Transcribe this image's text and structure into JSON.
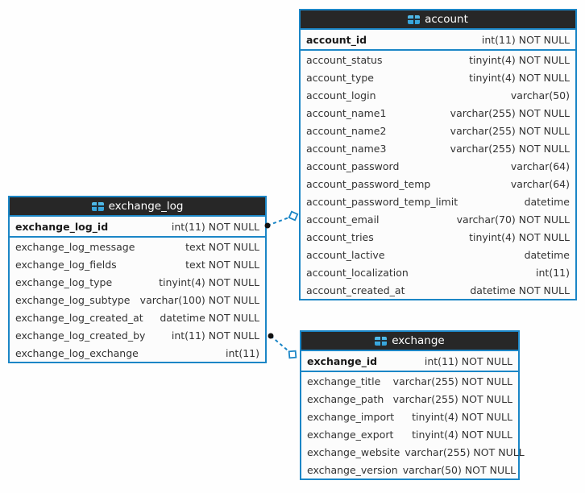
{
  "diagram": {
    "type": "entity-relationship-diagram",
    "colors": {
      "accent": "#1b86c6",
      "header_bg": "#272727",
      "header_text": "#ffffff",
      "body_bg": "#fcfcfc",
      "row_text": "#333333",
      "pk_text": "#1a1a1a",
      "icon_blue": "#2f9fd9",
      "canvas_bg": "#fefefe",
      "connector_dot": "#111111"
    },
    "tables": [
      {
        "name": "account",
        "title": "account",
        "icon": "table-icon",
        "primary_key": {
          "name": "account_id",
          "type": "int(11) NOT NULL"
        },
        "columns": [
          {
            "name": "account_status",
            "type": "tinyint(4) NOT NULL"
          },
          {
            "name": "account_type",
            "type": "tinyint(4) NOT NULL"
          },
          {
            "name": "account_login",
            "type": "varchar(50)"
          },
          {
            "name": "account_name1",
            "type": "varchar(255) NOT NULL"
          },
          {
            "name": "account_name2",
            "type": "varchar(255) NOT NULL"
          },
          {
            "name": "account_name3",
            "type": "varchar(255) NOT NULL"
          },
          {
            "name": "account_password",
            "type": "varchar(64)"
          },
          {
            "name": "account_password_temp",
            "type": "varchar(64)"
          },
          {
            "name": "account_password_temp_limit",
            "type": "datetime"
          },
          {
            "name": "account_email",
            "type": "varchar(70) NOT NULL"
          },
          {
            "name": "account_tries",
            "type": "tinyint(4) NOT NULL"
          },
          {
            "name": "account_lactive",
            "type": "datetime"
          },
          {
            "name": "account_localization",
            "type": "int(11)"
          },
          {
            "name": "account_created_at",
            "type": "datetime NOT NULL"
          }
        ]
      },
      {
        "name": "exchange_log",
        "title": "exchange_log",
        "icon": "table-icon",
        "primary_key": {
          "name": "exchange_log_id",
          "type": "int(11) NOT NULL"
        },
        "columns": [
          {
            "name": "exchange_log_message",
            "type": "text NOT NULL"
          },
          {
            "name": "exchange_log_fields",
            "type": "text NOT NULL"
          },
          {
            "name": "exchange_log_type",
            "type": "tinyint(4) NOT NULL"
          },
          {
            "name": "exchange_log_subtype",
            "type": "varchar(100) NOT NULL"
          },
          {
            "name": "exchange_log_created_at",
            "type": "datetime NOT NULL"
          },
          {
            "name": "exchange_log_created_by",
            "type": "int(11) NOT NULL"
          },
          {
            "name": "exchange_log_exchange",
            "type": "int(11)"
          }
        ]
      },
      {
        "name": "exchange",
        "title": "exchange",
        "icon": "table-icon",
        "primary_key": {
          "name": "exchange_id",
          "type": "int(11) NOT NULL"
        },
        "columns": [
          {
            "name": "exchange_title",
            "type": "varchar(255) NOT NULL"
          },
          {
            "name": "exchange_path",
            "type": "varchar(255) NOT NULL"
          },
          {
            "name": "exchange_import",
            "type": "tinyint(4) NOT NULL"
          },
          {
            "name": "exchange_export",
            "type": "tinyint(4) NOT NULL"
          },
          {
            "name": "exchange_website",
            "type": "varchar(255) NOT NULL"
          },
          {
            "name": "exchange_version",
            "type": "varchar(50) NOT NULL"
          }
        ]
      }
    ],
    "connections": [
      {
        "from_table": "exchange_log",
        "to_table": "account",
        "line_style": "dashed",
        "from_marker": "dot",
        "to_marker": "diamond"
      },
      {
        "from_table": "exchange_log",
        "to_table": "exchange",
        "line_style": "dashed",
        "from_marker": "dot",
        "to_marker": "diamond"
      }
    ]
  }
}
